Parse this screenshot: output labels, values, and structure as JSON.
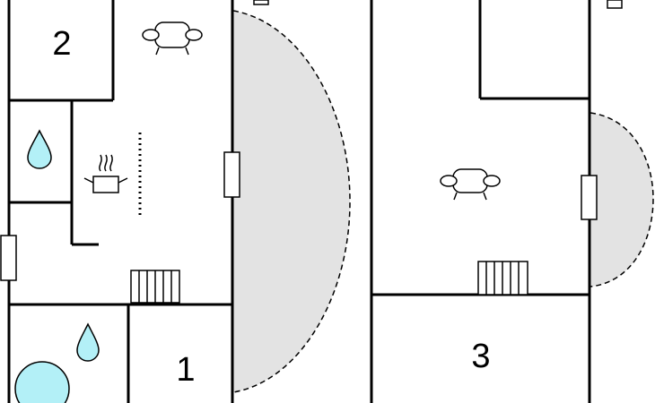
{
  "floorplan": {
    "rooms": [
      {
        "label": "2",
        "type": "bedroom"
      },
      {
        "label": "1",
        "type": "bedroom"
      },
      {
        "label": "3",
        "type": "bedroom"
      }
    ],
    "icons": [
      "sofa-icon",
      "sofa-icon",
      "bathroom-drop-icon",
      "bathroom-drop-icon",
      "kitchen-pot-icon",
      "stairs-icon",
      "stairs-icon",
      "bathtub-icon",
      "window-icon",
      "terrace-area"
    ],
    "colors": {
      "water": "#b3f0f7",
      "terrace": "#e3e3e3",
      "wall": "#000000"
    }
  }
}
